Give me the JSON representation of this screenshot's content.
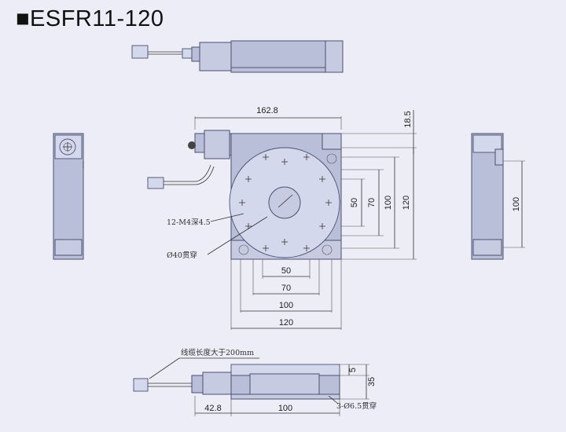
{
  "title": "■ESFR11-120",
  "dimensions": {
    "width_total": "162.8",
    "offset_top": "18.5",
    "hole_50_v": "50",
    "hole_70_v": "70",
    "hole_100_v": "100",
    "size_120_v": "120",
    "side_100": "100",
    "hole_50_h": "50",
    "hole_70_h": "70",
    "hole_100_h": "100",
    "size_120_h": "120",
    "front_5": "5",
    "front_35": "35",
    "motor_42_8": "42.8",
    "front_100": "100"
  },
  "notes": {
    "tapped_holes": "12-M4深4.5",
    "center_hole": "Ø40贯穿",
    "cable_length": "线缆长度大于200mm",
    "mount_holes": "3-Ø6.5贯穿"
  }
}
